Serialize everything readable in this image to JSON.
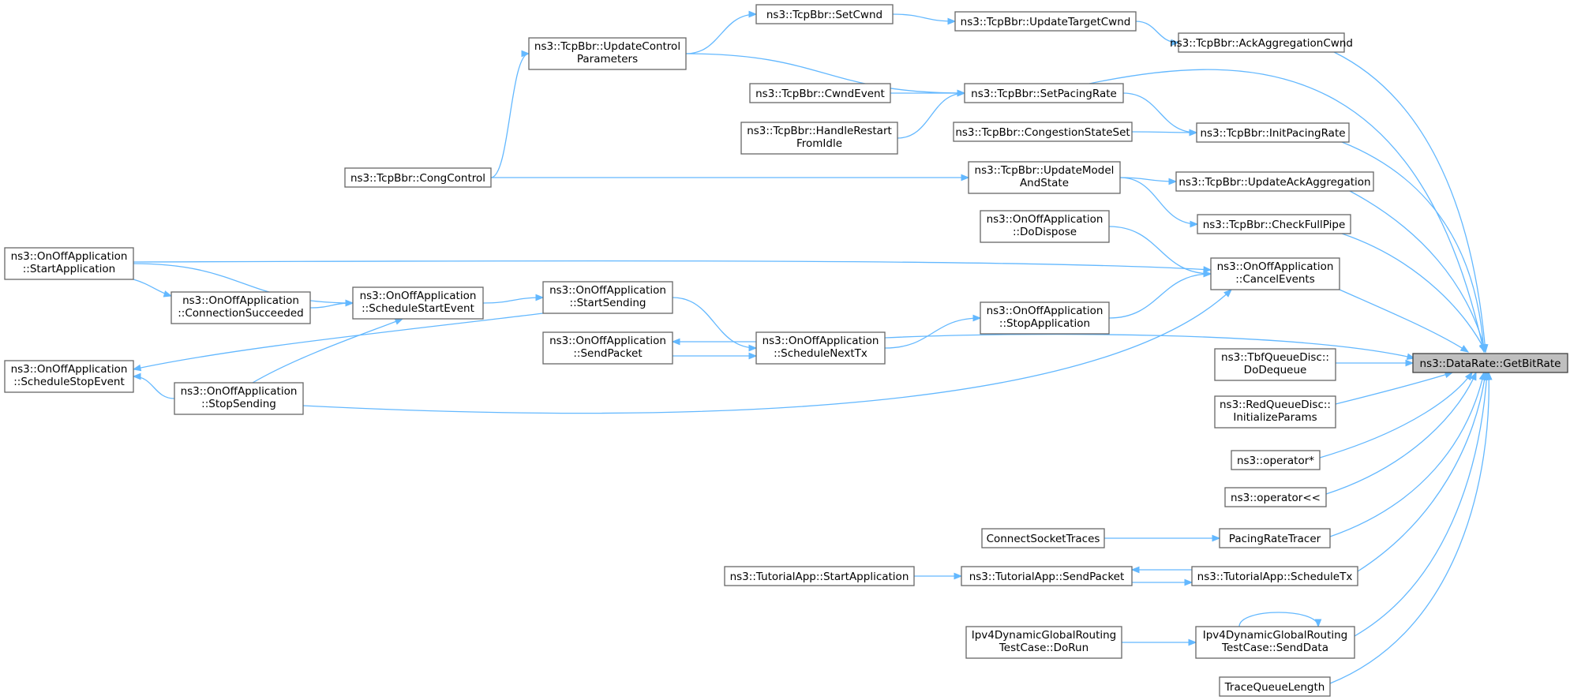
{
  "graph": {
    "focus_node": "n_root",
    "colors": {
      "edge": "#63b8ff",
      "node_border": "#666666",
      "root_fill": "#bfbfbf",
      "node_fill": "#ffffff"
    },
    "nodes": [
      {
        "id": "n_root",
        "name": "node-datarate-getbitrate",
        "lines": [
          "ns3::DataRate::GetBitRate"
        ],
        "root": true,
        "link": true
      },
      {
        "id": "n_setcwnd",
        "name": "node-tcpbbr-setcwnd",
        "lines": [
          "ns3::TcpBbr::SetCwnd"
        ],
        "link": true
      },
      {
        "id": "n_utc",
        "name": "node-tcpbbr-updatetargetcwnd",
        "lines": [
          "ns3::TcpBbr::UpdateTargetCwnd"
        ],
        "link": true
      },
      {
        "id": "n_aac",
        "name": "node-tcpbbr-ackaggregationcwnd",
        "lines": [
          "ns3::TcpBbr::AckAggregationCwnd"
        ],
        "link": true
      },
      {
        "id": "n_ucp",
        "name": "node-tcpbbr-updatecontrolparameters",
        "lines": [
          "ns3::TcpBbr::UpdateControl",
          "Parameters"
        ],
        "link": true
      },
      {
        "id": "n_spr",
        "name": "node-tcpbbr-setpacingrate",
        "lines": [
          "ns3::TcpBbr::SetPacingRate"
        ],
        "link": true
      },
      {
        "id": "n_cwe",
        "name": "node-tcpbbr-cwndevent",
        "lines": [
          "ns3::TcpBbr::CwndEvent"
        ],
        "link": true
      },
      {
        "id": "n_hrf",
        "name": "node-tcpbbr-handlerestartfromidle",
        "lines": [
          "ns3::TcpBbr::HandleRestart",
          "FromIdle"
        ],
        "link": true
      },
      {
        "id": "n_css",
        "name": "node-tcpbbr-congestionstateset",
        "lines": [
          "ns3::TcpBbr::CongestionStateSet"
        ],
        "link": true
      },
      {
        "id": "n_ipr",
        "name": "node-tcpbbr-initpacingrate",
        "lines": [
          "ns3::TcpBbr::InitPacingRate"
        ],
        "link": true
      },
      {
        "id": "n_cc",
        "name": "node-tcpbbr-congcontrol",
        "lines": [
          "ns3::TcpBbr::CongControl"
        ],
        "link": true
      },
      {
        "id": "n_ums",
        "name": "node-tcpbbr-updatemodelandstate",
        "lines": [
          "ns3::TcpBbr::UpdateModel",
          "AndState"
        ],
        "link": true
      },
      {
        "id": "n_uaa",
        "name": "node-tcpbbr-updateackaggregation",
        "lines": [
          "ns3::TcpBbr::UpdateAckAggregation"
        ],
        "link": true
      },
      {
        "id": "n_cfp",
        "name": "node-tcpbbr-checkfullpipe",
        "lines": [
          "ns3::TcpBbr::CheckFullPipe"
        ],
        "link": true
      },
      {
        "id": "n_ddis",
        "name": "node-onoffapplication-dodispose",
        "lines": [
          "ns3::OnOffApplication",
          "::DoDispose"
        ],
        "link": true
      },
      {
        "id": "n_sapp",
        "name": "node-onoffapplication-startapplication",
        "lines": [
          "ns3::OnOffApplication",
          "::StartApplication"
        ],
        "link": true
      },
      {
        "id": "n_cev",
        "name": "node-onoffapplication-cancelevents",
        "lines": [
          "ns3::OnOffApplication",
          "::CancelEvents"
        ],
        "link": true
      },
      {
        "id": "n_csuc",
        "name": "node-onoffapplication-connectionsucceeded",
        "lines": [
          "ns3::OnOffApplication",
          "::ConnectionSucceeded"
        ],
        "link": true
      },
      {
        "id": "n_sse",
        "name": "node-onoffapplication-schedulestartevent",
        "lines": [
          "ns3::OnOffApplication",
          "::ScheduleStartEvent"
        ],
        "link": true
      },
      {
        "id": "n_ssend",
        "name": "node-onoffapplication-startsending",
        "lines": [
          "ns3::OnOffApplication",
          "::StartSending"
        ],
        "link": true
      },
      {
        "id": "n_stapp",
        "name": "node-onoffapplication-stopapplication",
        "lines": [
          "ns3::OnOffApplication",
          "::StopApplication"
        ],
        "link": true
      },
      {
        "id": "n_spkt",
        "name": "node-onoffapplication-sendpacket",
        "lines": [
          "ns3::OnOffApplication",
          "::SendPacket"
        ],
        "link": true
      },
      {
        "id": "n_snt",
        "name": "node-onoffapplication-schedulenexttx",
        "lines": [
          "ns3::OnOffApplication",
          "::ScheduleNextTx"
        ],
        "link": true
      },
      {
        "id": "n_sste",
        "name": "node-onoffapplication-schedulestopevent",
        "lines": [
          "ns3::OnOffApplication",
          "::ScheduleStopEvent"
        ],
        "link": true
      },
      {
        "id": "n_stsend",
        "name": "node-onoffapplication-stopsending",
        "lines": [
          "ns3::OnOffApplication",
          "::StopSending"
        ],
        "link": true
      },
      {
        "id": "n_tbf",
        "name": "node-tbfqueuedisc-dodequeue",
        "lines": [
          "ns3::TbfQueueDisc::",
          "DoDequeue"
        ],
        "link": true
      },
      {
        "id": "n_red",
        "name": "node-redqueuedisc-initializeparams",
        "lines": [
          "ns3::RedQueueDisc::",
          "InitializeParams"
        ],
        "link": true
      },
      {
        "id": "n_opmul",
        "name": "node-operator-star",
        "lines": [
          "ns3::operator*"
        ],
        "link": true
      },
      {
        "id": "n_opsh",
        "name": "node-operator-shift",
        "lines": [
          "ns3::operator<<"
        ],
        "link": true
      },
      {
        "id": "n_cst",
        "name": "node-connectsockettraces",
        "lines": [
          "ConnectSocketTraces"
        ],
        "link": true
      },
      {
        "id": "n_prt",
        "name": "node-pacingratetracer",
        "lines": [
          "PacingRateTracer"
        ],
        "link": true
      },
      {
        "id": "n_tsa",
        "name": "node-tutorialapp-startapplication",
        "lines": [
          "ns3::TutorialApp::StartApplication"
        ],
        "link": true
      },
      {
        "id": "n_tsp",
        "name": "node-tutorialapp-sendpacket",
        "lines": [
          "ns3::TutorialApp::SendPacket"
        ],
        "link": true
      },
      {
        "id": "n_tstx",
        "name": "node-tutorialapp-scheduletx",
        "lines": [
          "ns3::TutorialApp::ScheduleTx"
        ],
        "link": true
      },
      {
        "id": "n_dgr",
        "name": "node-ipv4dynamicglobalrouting-dorun",
        "lines": [
          "Ipv4DynamicGlobalRouting",
          "TestCase::DoRun"
        ],
        "link": true
      },
      {
        "id": "n_dgs",
        "name": "node-ipv4dynamicglobalrouting-senddata",
        "lines": [
          "Ipv4DynamicGlobalRouting",
          "TestCase::SendData"
        ],
        "link": true
      },
      {
        "id": "n_tql",
        "name": "node-tracequeuelength",
        "lines": [
          "TraceQueueLength"
        ],
        "link": true
      }
    ],
    "edges": [
      {
        "from": "n_ucp",
        "to": "n_setcwnd"
      },
      {
        "from": "n_setcwnd",
        "to": "n_utc"
      },
      {
        "from": "n_utc",
        "to": "n_aac"
      },
      {
        "from": "n_aac",
        "to": "n_root"
      },
      {
        "from": "n_ucp",
        "to": "n_spr"
      },
      {
        "from": "n_cwe",
        "to": "n_spr"
      },
      {
        "from": "n_hrf",
        "to": "n_spr"
      },
      {
        "from": "n_spr",
        "to": "n_root"
      },
      {
        "from": "n_spr",
        "to": "n_ipr"
      },
      {
        "from": "n_css",
        "to": "n_ipr"
      },
      {
        "from": "n_ipr",
        "to": "n_root"
      },
      {
        "from": "n_cc",
        "to": "n_ucp"
      },
      {
        "from": "n_cc",
        "to": "n_ums"
      },
      {
        "from": "n_ums",
        "to": "n_uaa"
      },
      {
        "from": "n_ums",
        "to": "n_cfp"
      },
      {
        "from": "n_uaa",
        "to": "n_root"
      },
      {
        "from": "n_cfp",
        "to": "n_root"
      },
      {
        "from": "n_ddis",
        "to": "n_cev"
      },
      {
        "from": "n_sapp",
        "to": "n_cev"
      },
      {
        "from": "n_sapp",
        "to": "n_sse"
      },
      {
        "from": "n_sapp",
        "to": "n_csuc"
      },
      {
        "from": "n_csuc",
        "to": "n_sse"
      },
      {
        "from": "n_sse",
        "to": "n_ssend"
      },
      {
        "from": "n_ssend",
        "to": "n_snt"
      },
      {
        "from": "n_ssend",
        "to": "n_sste"
      },
      {
        "from": "n_stapp",
        "to": "n_cev"
      },
      {
        "from": "n_snt",
        "to": "n_stapp"
      },
      {
        "from": "n_snt",
        "to": "n_spkt"
      },
      {
        "from": "n_spkt",
        "to": "n_snt"
      },
      {
        "from": "n_snt",
        "to": "n_root"
      },
      {
        "from": "n_cev",
        "to": "n_root"
      },
      {
        "from": "n_stsend",
        "to": "n_sse"
      },
      {
        "from": "n_stsend",
        "to": "n_sste"
      },
      {
        "from": "n_stsend",
        "to": "n_cev"
      },
      {
        "from": "n_tbf",
        "to": "n_root"
      },
      {
        "from": "n_red",
        "to": "n_root"
      },
      {
        "from": "n_opmul",
        "to": "n_root"
      },
      {
        "from": "n_opsh",
        "to": "n_root"
      },
      {
        "from": "n_cst",
        "to": "n_prt"
      },
      {
        "from": "n_prt",
        "to": "n_root"
      },
      {
        "from": "n_tsa",
        "to": "n_tsp"
      },
      {
        "from": "n_tsp",
        "to": "n_tstx"
      },
      {
        "from": "n_tstx",
        "to": "n_tsp"
      },
      {
        "from": "n_tstx",
        "to": "n_root"
      },
      {
        "from": "n_dgr",
        "to": "n_dgs"
      },
      {
        "from": "n_dgs",
        "to": "n_dgs"
      },
      {
        "from": "n_dgs",
        "to": "n_root"
      },
      {
        "from": "n_tql",
        "to": "n_root"
      }
    ]
  }
}
